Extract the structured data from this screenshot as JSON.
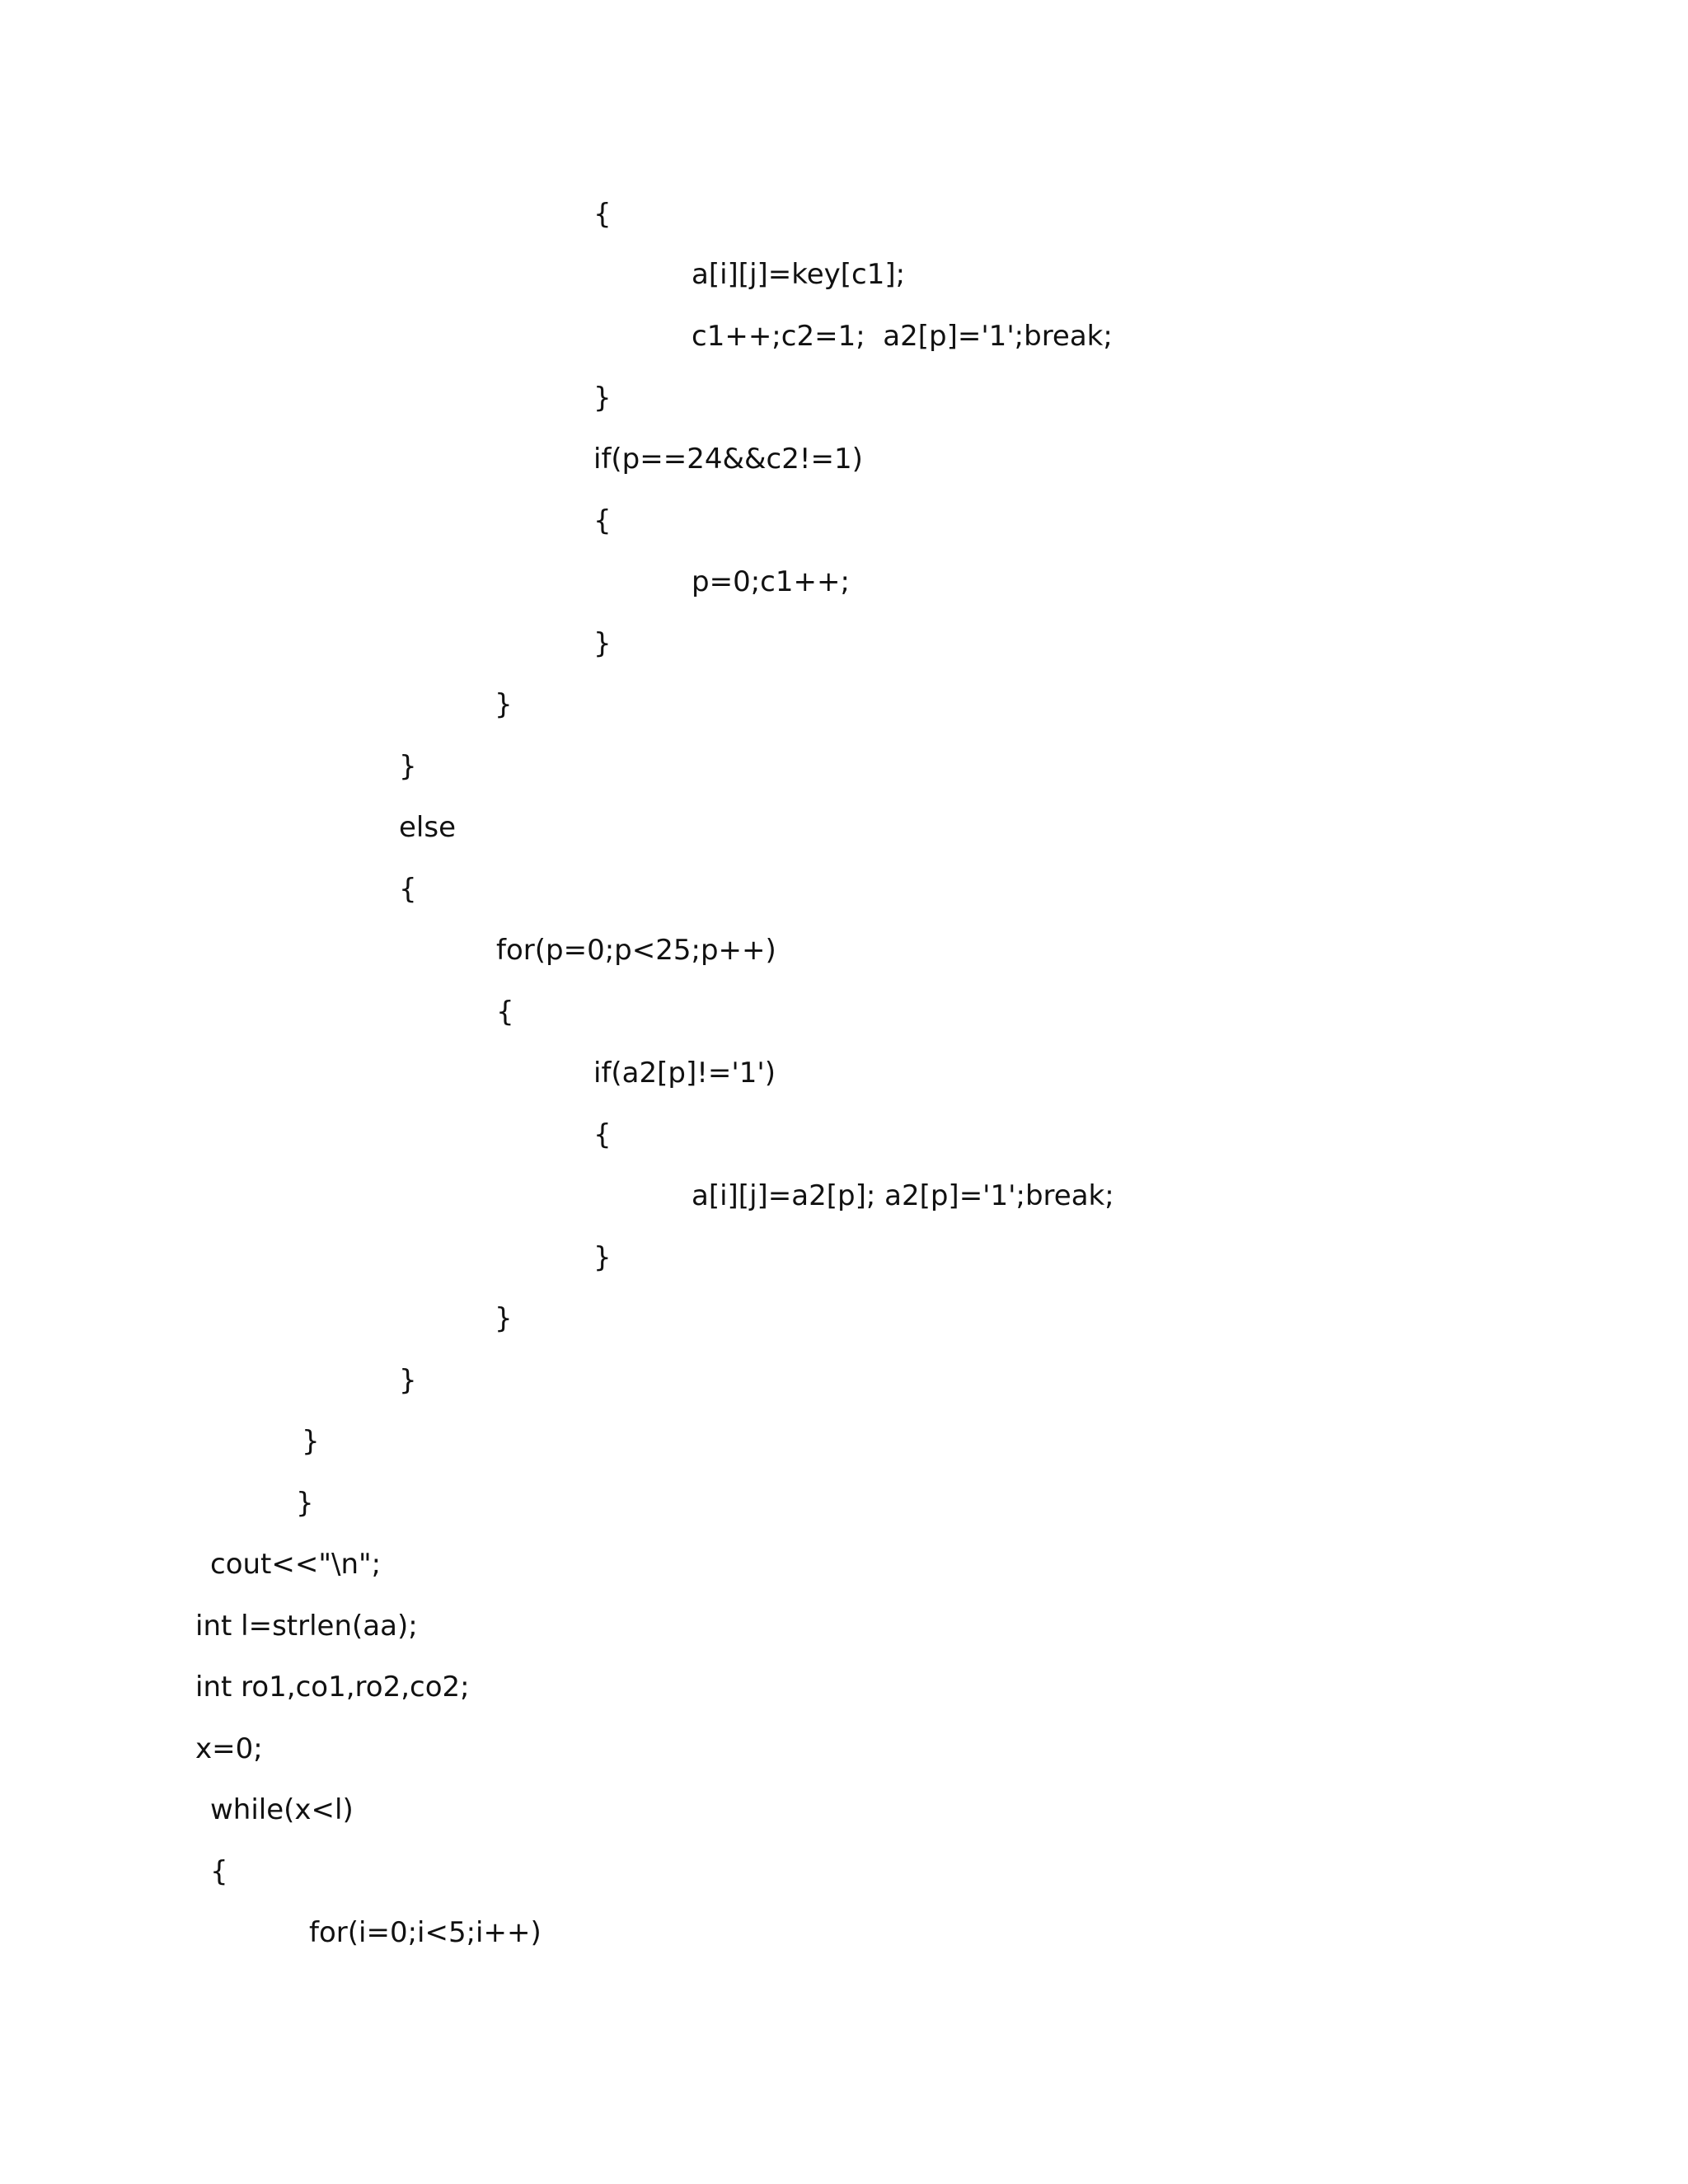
{
  "document": {
    "lines": [
      "{",
      "a[i][j]=key[c1];",
      "c1++;c2=1;  a2[p]='1';break;",
      "}",
      "if(p==24&&c2!=1)",
      "{",
      "p=0;c1++;",
      "}",
      "}",
      "}",
      "else",
      "{",
      "for(p=0;p<25;p++)",
      "{",
      "if(a2[p]!='1')",
      "{",
      "a[i][j]=a2[p]; a2[p]='1';break;",
      "}",
      "}",
      "}",
      "}",
      "}",
      "cout<<\"\\n\";",
      "int l=strlen(aa);",
      "int ro1,co1,ro2,co2;",
      "x=0;",
      "while(x<l)",
      "{",
      "for(i=0;i<5;i++)"
    ]
  }
}
